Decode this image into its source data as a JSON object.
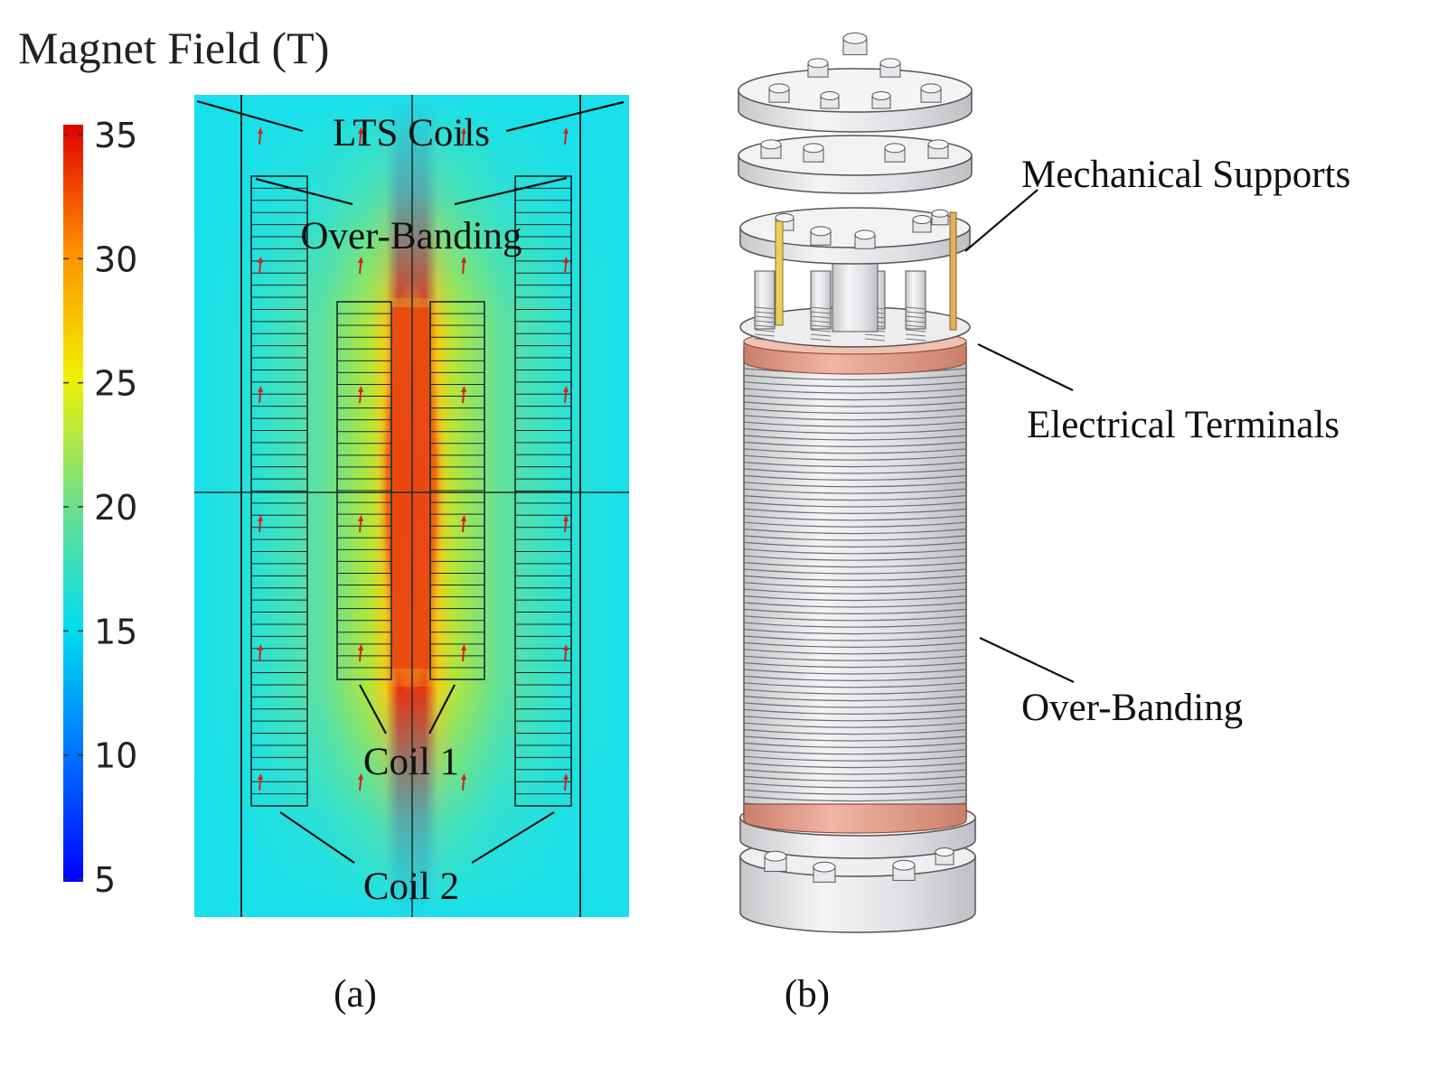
{
  "panel_a": {
    "title": "Magnet Field (T)",
    "colorbar": {
      "min": 5,
      "max": 35,
      "ticks": [
        "35",
        "30",
        "25",
        "20",
        "15",
        "10",
        "5"
      ]
    },
    "labels": {
      "lts_coils": "LTS Coils",
      "over_banding": "Over-Banding",
      "coil1": "Coil 1",
      "coil2": "Coil 2"
    },
    "caption": "(a)"
  },
  "panel_b": {
    "labels": {
      "mechanical_supports": "Mechanical Supports",
      "electrical_terminals": "Electrical Terminals",
      "over_banding": "Over-Banding"
    },
    "caption": "(b)"
  },
  "colors": {
    "cyan": "#17e3ea",
    "green": "#86e26a",
    "yellow": "#f2f01e",
    "orange": "#f59620",
    "red": "#e8230e",
    "copper": "#e6998a",
    "steel": "#e4e4e8"
  }
}
